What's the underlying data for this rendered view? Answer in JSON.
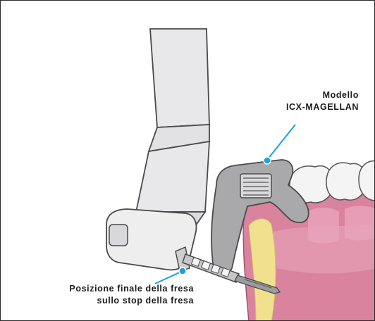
{
  "labels": {
    "model": {
      "line1": "Modello",
      "line2": "ICX-MAGELLAN"
    },
    "position": {
      "line1": "Posizione finale della fresa",
      "line2": "sullo stop della fresa"
    }
  },
  "colors": {
    "callout": "#1da1dc",
    "gum": "#d9839e",
    "gum_light": "#e8a9bd",
    "bone": "#f1e08e",
    "tooth": "#f4f4f4",
    "handpiece": "#e6e6e8",
    "template": "#a9a9ab",
    "outline": "#4a4a4a"
  }
}
